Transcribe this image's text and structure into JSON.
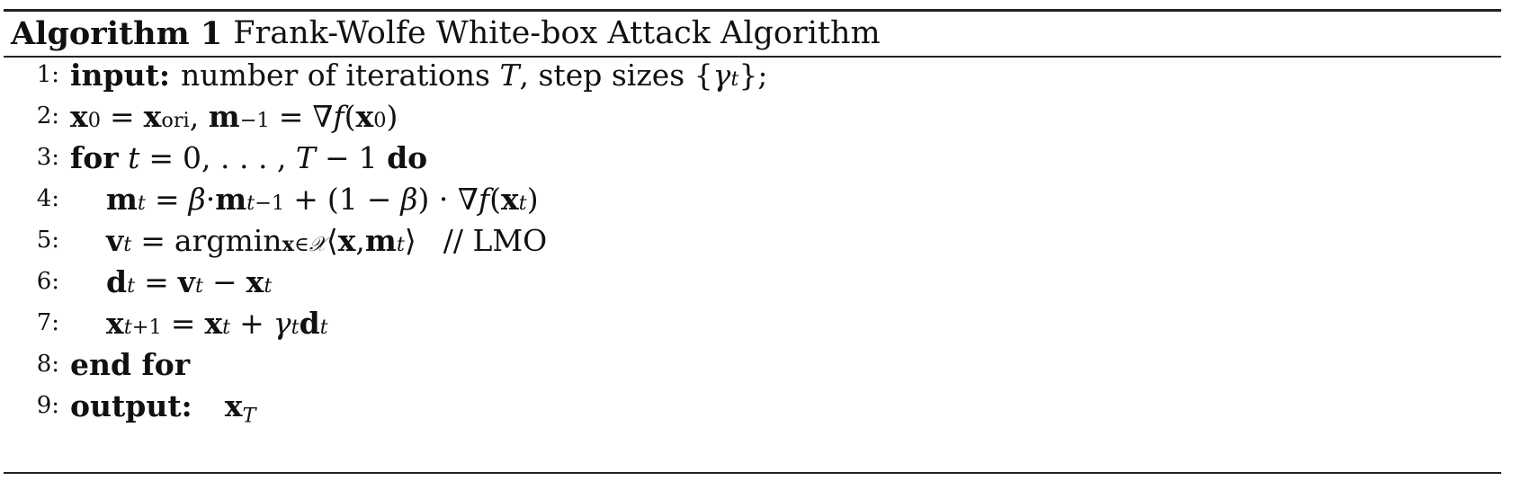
{
  "algorithm": {
    "label": "Algorithm 1",
    "title": "Frank-Wolfe White-box Attack Algorithm"
  },
  "lines": [
    {
      "num": "1:",
      "kw": "input:",
      "text": "number of iterations",
      "var_T": "T",
      "text2": ", step sizes {",
      "gamma": "γ",
      "sub_t": "t",
      "end": "};"
    },
    {
      "num": "2:"
    },
    {
      "num": "3:",
      "kw_for": "for",
      "kw_do": "do"
    },
    {
      "num": "4:"
    },
    {
      "num": "5:",
      "argmin": "argmin",
      "comment": "// LMO"
    },
    {
      "num": "6:"
    },
    {
      "num": "7:"
    },
    {
      "num": "8:",
      "kw": "end for"
    },
    {
      "num": "9:",
      "kw": "output:"
    }
  ]
}
